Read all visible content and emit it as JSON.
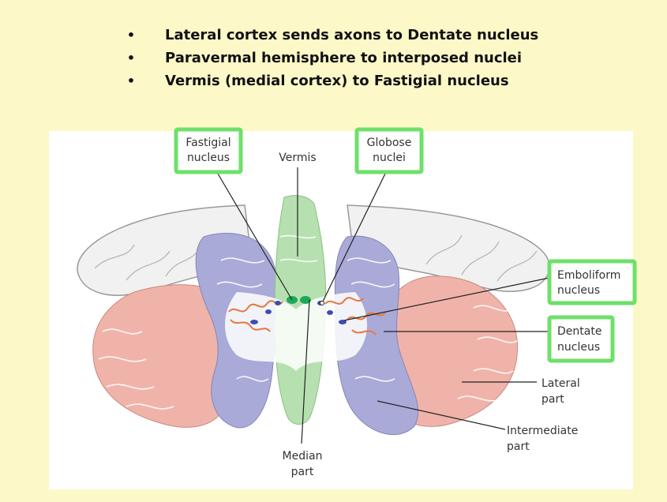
{
  "bullets": [
    "Lateral cortex sends axons to Dentate nucleus",
    "Paravermal hemisphere to interposed nuclei",
    "Vermis (medial cortex) to Fastigial nucleus"
  ],
  "bullet_glyph": "•",
  "labels": {
    "fastigial": [
      "Fastigial",
      "nucleus"
    ],
    "vermis": "Vermis",
    "globose": [
      "Globose",
      "nuclei"
    ],
    "emboliform": [
      "Emboliform",
      "nucleus"
    ],
    "dentate": [
      "Dentate",
      "nucleus"
    ],
    "lateral_part": [
      "Lateral",
      "part"
    ],
    "intermediate_part": [
      "Intermediate",
      "part"
    ],
    "median_part": [
      "Median",
      "part"
    ]
  },
  "colors": {
    "background": "#fdf8c8",
    "lateral": "#f0b3aa",
    "intermediate": "#aaaad8",
    "vermis": "#b6e0b0",
    "nucleus_green": "#1ea85a",
    "nucleus_blue": "#3a4fb0",
    "dentate_orange": "#e8763c",
    "highlight_box": "#6ee06a"
  }
}
